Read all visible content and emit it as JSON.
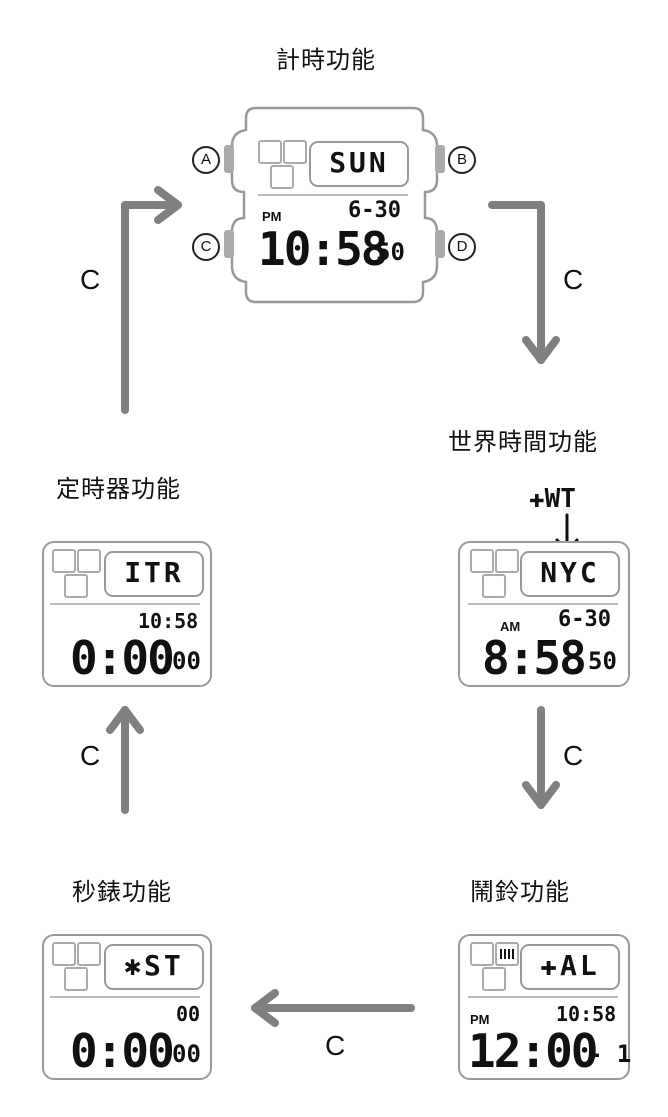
{
  "titles": {
    "timekeeping": "計時功能",
    "world_time": "世界時間功能",
    "alarm": "鬧鈴功能",
    "stopwatch": "秒錶功能",
    "timer": "定時器功能"
  },
  "transition_label": "C",
  "buttons": {
    "a": "A",
    "b": "B",
    "c": "C",
    "d": "D"
  },
  "world_time_indicator": "✚WT",
  "screens": {
    "timekeeping": {
      "top": "SUN",
      "ampm": "PM",
      "date": "6-30",
      "time": "10:58",
      "seconds": "50"
    },
    "world_time": {
      "top": "NYC",
      "ampm": "AM",
      "date": "6-30",
      "time": "8:58",
      "seconds": "50"
    },
    "alarm": {
      "top": "✚AL",
      "ampm": "PM",
      "small_time": "10:58",
      "time": "12:00",
      "suffix": "- 1"
    },
    "stopwatch": {
      "top": "✱ST",
      "small_time": "00",
      "time": "0:00",
      "hundredths": "00"
    },
    "timer": {
      "top": "ΙTR",
      "small_time": "10:58",
      "time": "0:00",
      "hundredths": "00"
    }
  },
  "colors": {
    "arrow": "#808080",
    "frame": "#999999",
    "text": "#111111"
  }
}
